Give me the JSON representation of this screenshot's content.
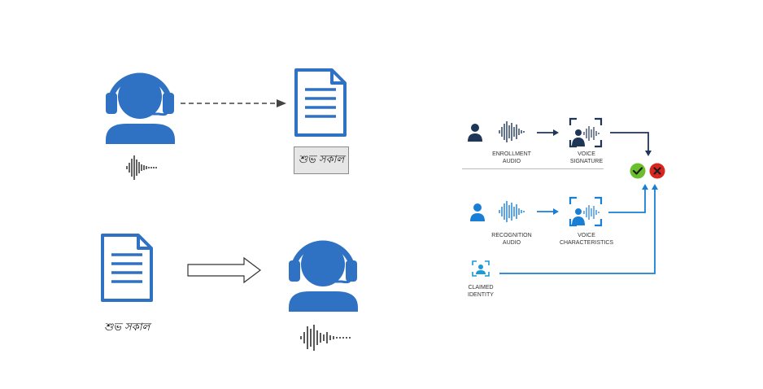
{
  "colors": {
    "primary_blue": "#2f72c4",
    "dark_navy": "#1f3656",
    "bright_blue": "#1a7fd4",
    "accept_green": "#6bbf2c",
    "reject_red": "#d9241f"
  },
  "left": {
    "stt": {
      "text_box": "শুভ সকাল"
    },
    "tts": {
      "document_label": "শুভ সকাল"
    }
  },
  "right": {
    "enrollment": {
      "label_line1": "ENROLLMENT",
      "label_line2": "AUDIO"
    },
    "voice_signature": {
      "label_line1": "VOICE",
      "label_line2": "SIGNATURE"
    },
    "recognition": {
      "label_line1": "RECOGNITION",
      "label_line2": "AUDIO"
    },
    "voice_characteristics": {
      "label_line1": "VOICE",
      "label_line2": "CHARACTERISTICS"
    },
    "claimed_identity": {
      "label_line1": "CLAIMED",
      "label_line2": "IDENTITY"
    },
    "result_icons": [
      "check-icon",
      "cross-icon"
    ]
  }
}
